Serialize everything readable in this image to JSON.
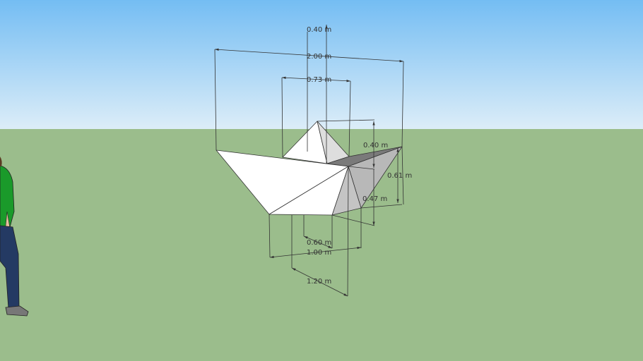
{
  "scene": {
    "colors": {
      "sky_top": "#74bdf3",
      "sky_horizon": "#dcedf8",
      "ground": "#9bbd8c"
    },
    "model": "paper-boat",
    "dimensions": {
      "sail_width_top": "0.40 m",
      "overall_length": "2.00 m",
      "sail_base": "0.73 m",
      "sail_height": "0.40 m",
      "hull_height": "0.61 m",
      "depth": "0.47 m",
      "bottom_short": "0.60 m",
      "bottom_width": "1.00 m",
      "bottom_diagonal": "1.20 m"
    }
  }
}
